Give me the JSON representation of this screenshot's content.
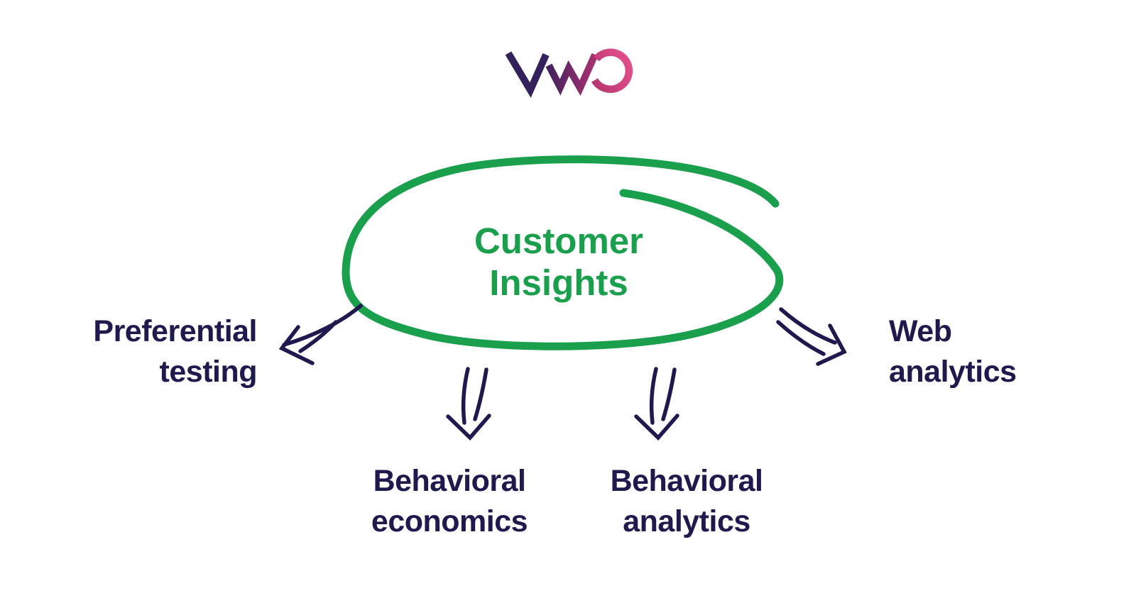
{
  "page": {
    "background_color": "#ffffff"
  },
  "logo": {
    "brand": "VWO",
    "letters": "VWO",
    "colors": {
      "v": "#34205a",
      "w_gradient_start": "#44215f",
      "w_gradient_end": "#a93170",
      "o_gradient_start": "#b8366f",
      "o_gradient_end": "#e04e8a"
    }
  },
  "diagram": {
    "center_node": {
      "label": "Customer Insights",
      "display_text": "Customer\nInsights",
      "text_color": "#1aa04d",
      "circle_color": "#1aa04d"
    },
    "arrow_color": "#1f1a4e",
    "label_color": "#1f1a4e",
    "nodes": [
      {
        "id": "preferential-testing",
        "label": "Preferential testing",
        "display_text": "Preferential\ntesting",
        "position": "left"
      },
      {
        "id": "behavioral-economics",
        "label": "Behavioral economics",
        "display_text": "Behavioral\neconomics",
        "position": "bottom-left"
      },
      {
        "id": "behavioral-analytics",
        "label": "Behavioral analytics",
        "display_text": "Behavioral\nanalytics",
        "position": "bottom-right"
      },
      {
        "id": "web-analytics",
        "label": "Web analytics",
        "display_text": "Web\nanalytics",
        "position": "right"
      }
    ]
  }
}
